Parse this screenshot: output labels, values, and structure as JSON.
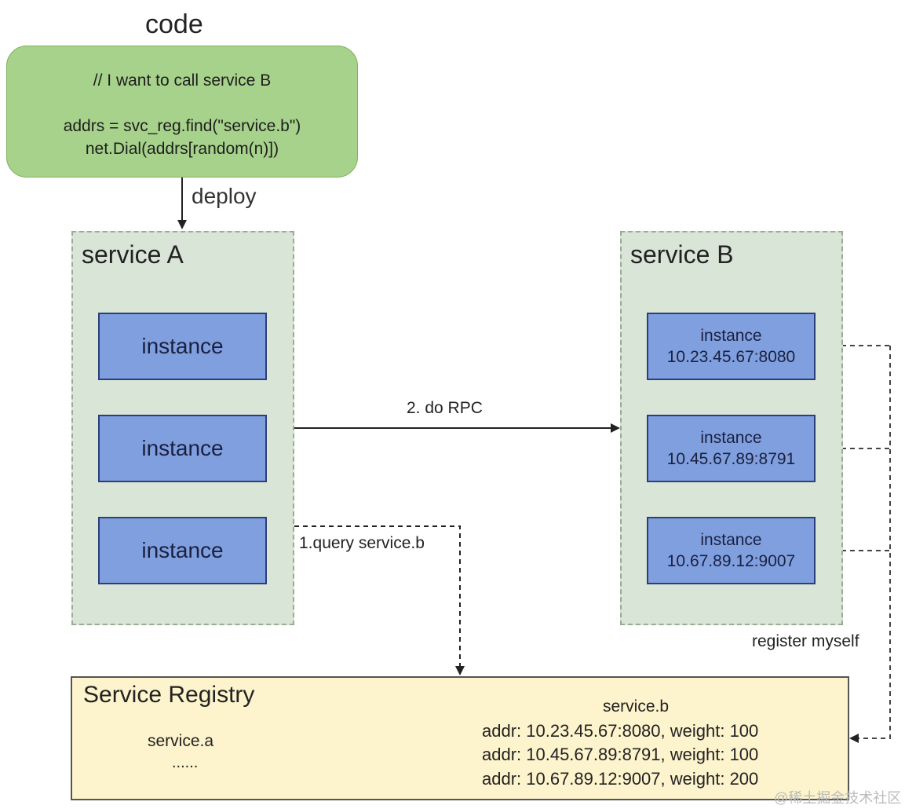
{
  "code": {
    "title": "code",
    "lines": [
      "// I want to call service B",
      "addrs = svc_reg.find(\"service.b\")",
      "net.Dial(addrs[random(n)])"
    ]
  },
  "deploy_label": "deploy",
  "service_a": {
    "title": "service A",
    "instances": [
      "instance",
      "instance",
      "instance"
    ]
  },
  "service_b": {
    "title": "service B",
    "instances": [
      {
        "label": "instance",
        "addr": "10.23.45.67:8080"
      },
      {
        "label": "instance",
        "addr": "10.45.67.89:8791"
      },
      {
        "label": "instance",
        "addr": "10.67.89.12:9007"
      }
    ]
  },
  "edges": {
    "rpc": "2. do RPC",
    "query": "1.query service.b",
    "register": "register myself"
  },
  "registry": {
    "title": "Service Registry",
    "service_a": "service.a",
    "ellipsis": "......",
    "service_b": "service.b",
    "entries": [
      "addr: 10.23.45.67:8080, weight: 100",
      "addr: 10.45.67.89:8791, weight: 100",
      "addr: 10.67.89.12:9007, weight: 200"
    ]
  },
  "watermark": "@稀土掘金技术社区",
  "colors": {
    "code_fill": "#a6d28b",
    "service_fill": "#d9e5d6",
    "instance_fill": "#7f9fde",
    "registry_fill": "#fdf3cc"
  }
}
